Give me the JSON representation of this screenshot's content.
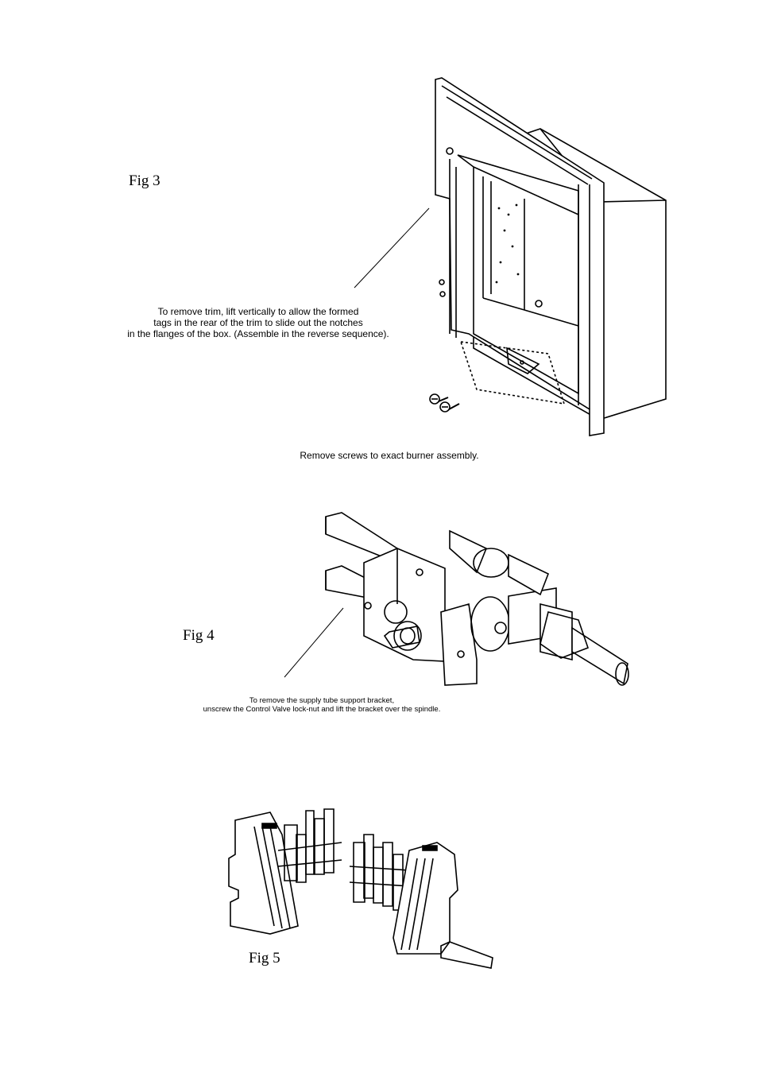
{
  "fig3": {
    "label": "Fig 3",
    "caption_lines": [
      "To remove trim, lift vertically to allow the formed",
      "tags in the rear of the trim to slide out the notches",
      "in the flanges of the box. (Assemble in the reverse sequence)."
    ],
    "screws_caption": "Remove screws to exact burner assembly."
  },
  "fig4": {
    "label": "Fig 4",
    "caption_lines": [
      "To remove the supply tube support bracket,",
      "unscrew the Control Valve lock-nut and lift the bracket over the spindle."
    ]
  },
  "fig5": {
    "label": "Fig 5"
  }
}
